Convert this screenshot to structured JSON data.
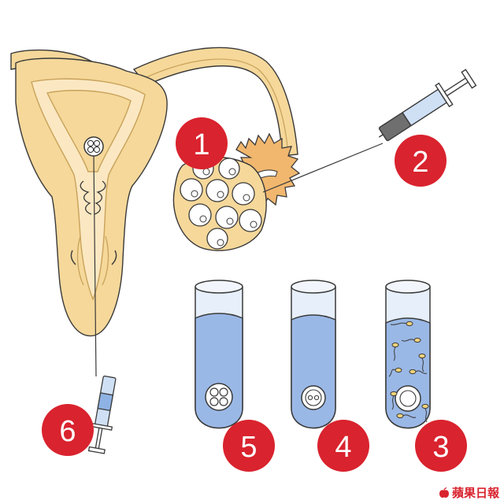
{
  "steps": [
    {
      "number": "1"
    },
    {
      "number": "2"
    },
    {
      "number": "3"
    },
    {
      "number": "4"
    },
    {
      "number": "5"
    },
    {
      "number": "6"
    }
  ],
  "watermark": {
    "text": "蘋果日報"
  },
  "colors": {
    "tissue": "#f5d89a",
    "tissue_stroke": "#c9a25a",
    "badge": "#d9232e",
    "fluid": "#9ab8e6",
    "tube": "#cfe0f5",
    "follicle_fringe": "#f1b76e"
  }
}
